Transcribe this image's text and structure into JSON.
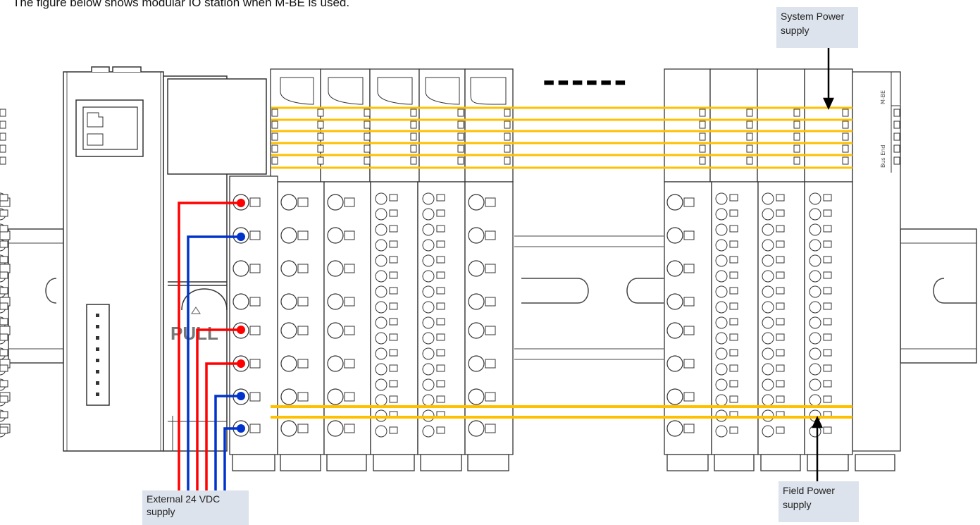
{
  "intro_text": "The figure below shows modular IO station when M-BE is used.",
  "labels": {
    "system_power": [
      "System Power",
      "supply"
    ],
    "field_power": [
      "Field Power",
      "supply"
    ],
    "external_supply": [
      "External 24 VDC",
      "supply"
    ],
    "end_module_name": "M-BE",
    "end_module_sub": "Bus End",
    "pull": "PULL",
    "continuation": "------"
  },
  "colors": {
    "system_bus": "#ffc000",
    "field_bus": "#ffc000",
    "positive_wire": "#ff0000",
    "negative_wire": "#0033cc",
    "callout_bg": "#dce3ec",
    "outline": "#333333"
  }
}
